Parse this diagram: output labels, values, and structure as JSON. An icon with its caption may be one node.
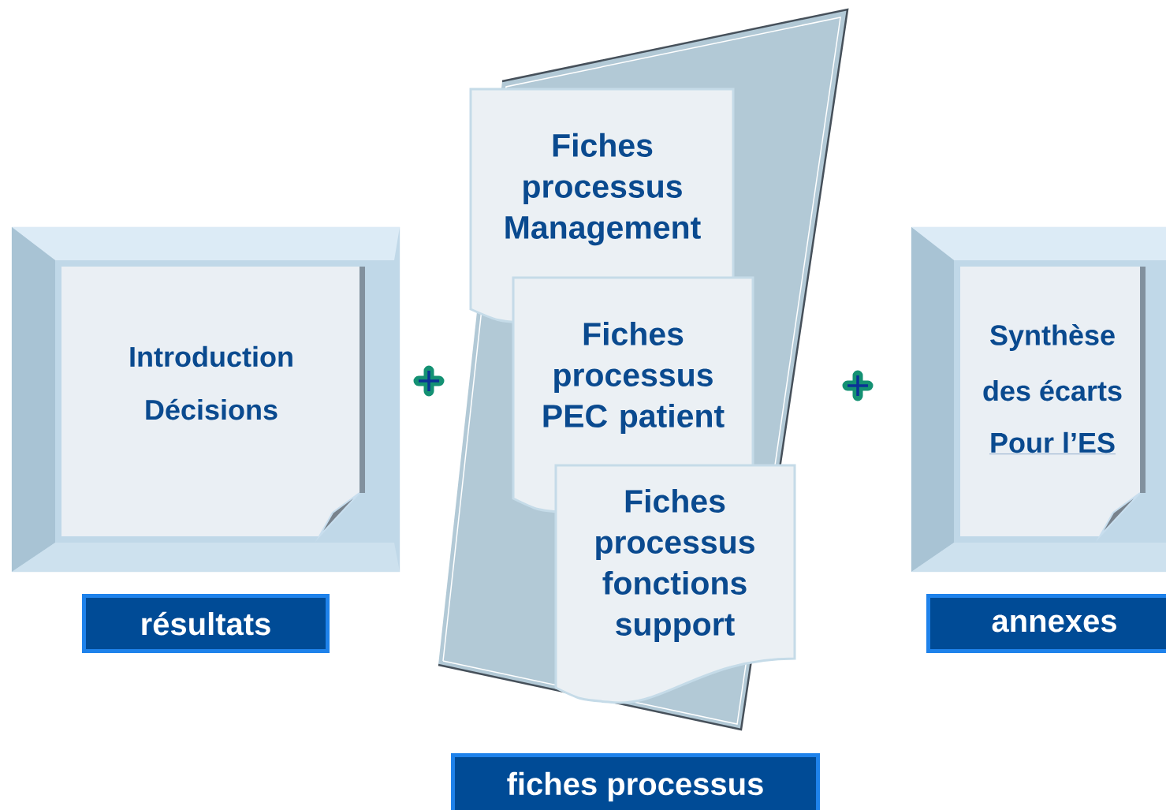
{
  "diagram": {
    "nodes": [
      {
        "text": [
          "Introduction",
          "Décisions"
        ]
      },
      {
        "text": [
          "résultats"
        ]
      },
      {
        "text": [
          "Fiches processus Management"
        ]
      },
      {
        "text": [
          "Fiches processus PEC patient"
        ]
      },
      {
        "text": [
          "Fiches processus fonctions support"
        ]
      },
      {
        "text": [
          "fiches processus"
        ]
      },
      {
        "text": [
          "Synthèse",
          "des écarts",
          "Pour l’ES"
        ]
      },
      {
        "text": [
          "annexes"
        ]
      }
    ]
  }
}
